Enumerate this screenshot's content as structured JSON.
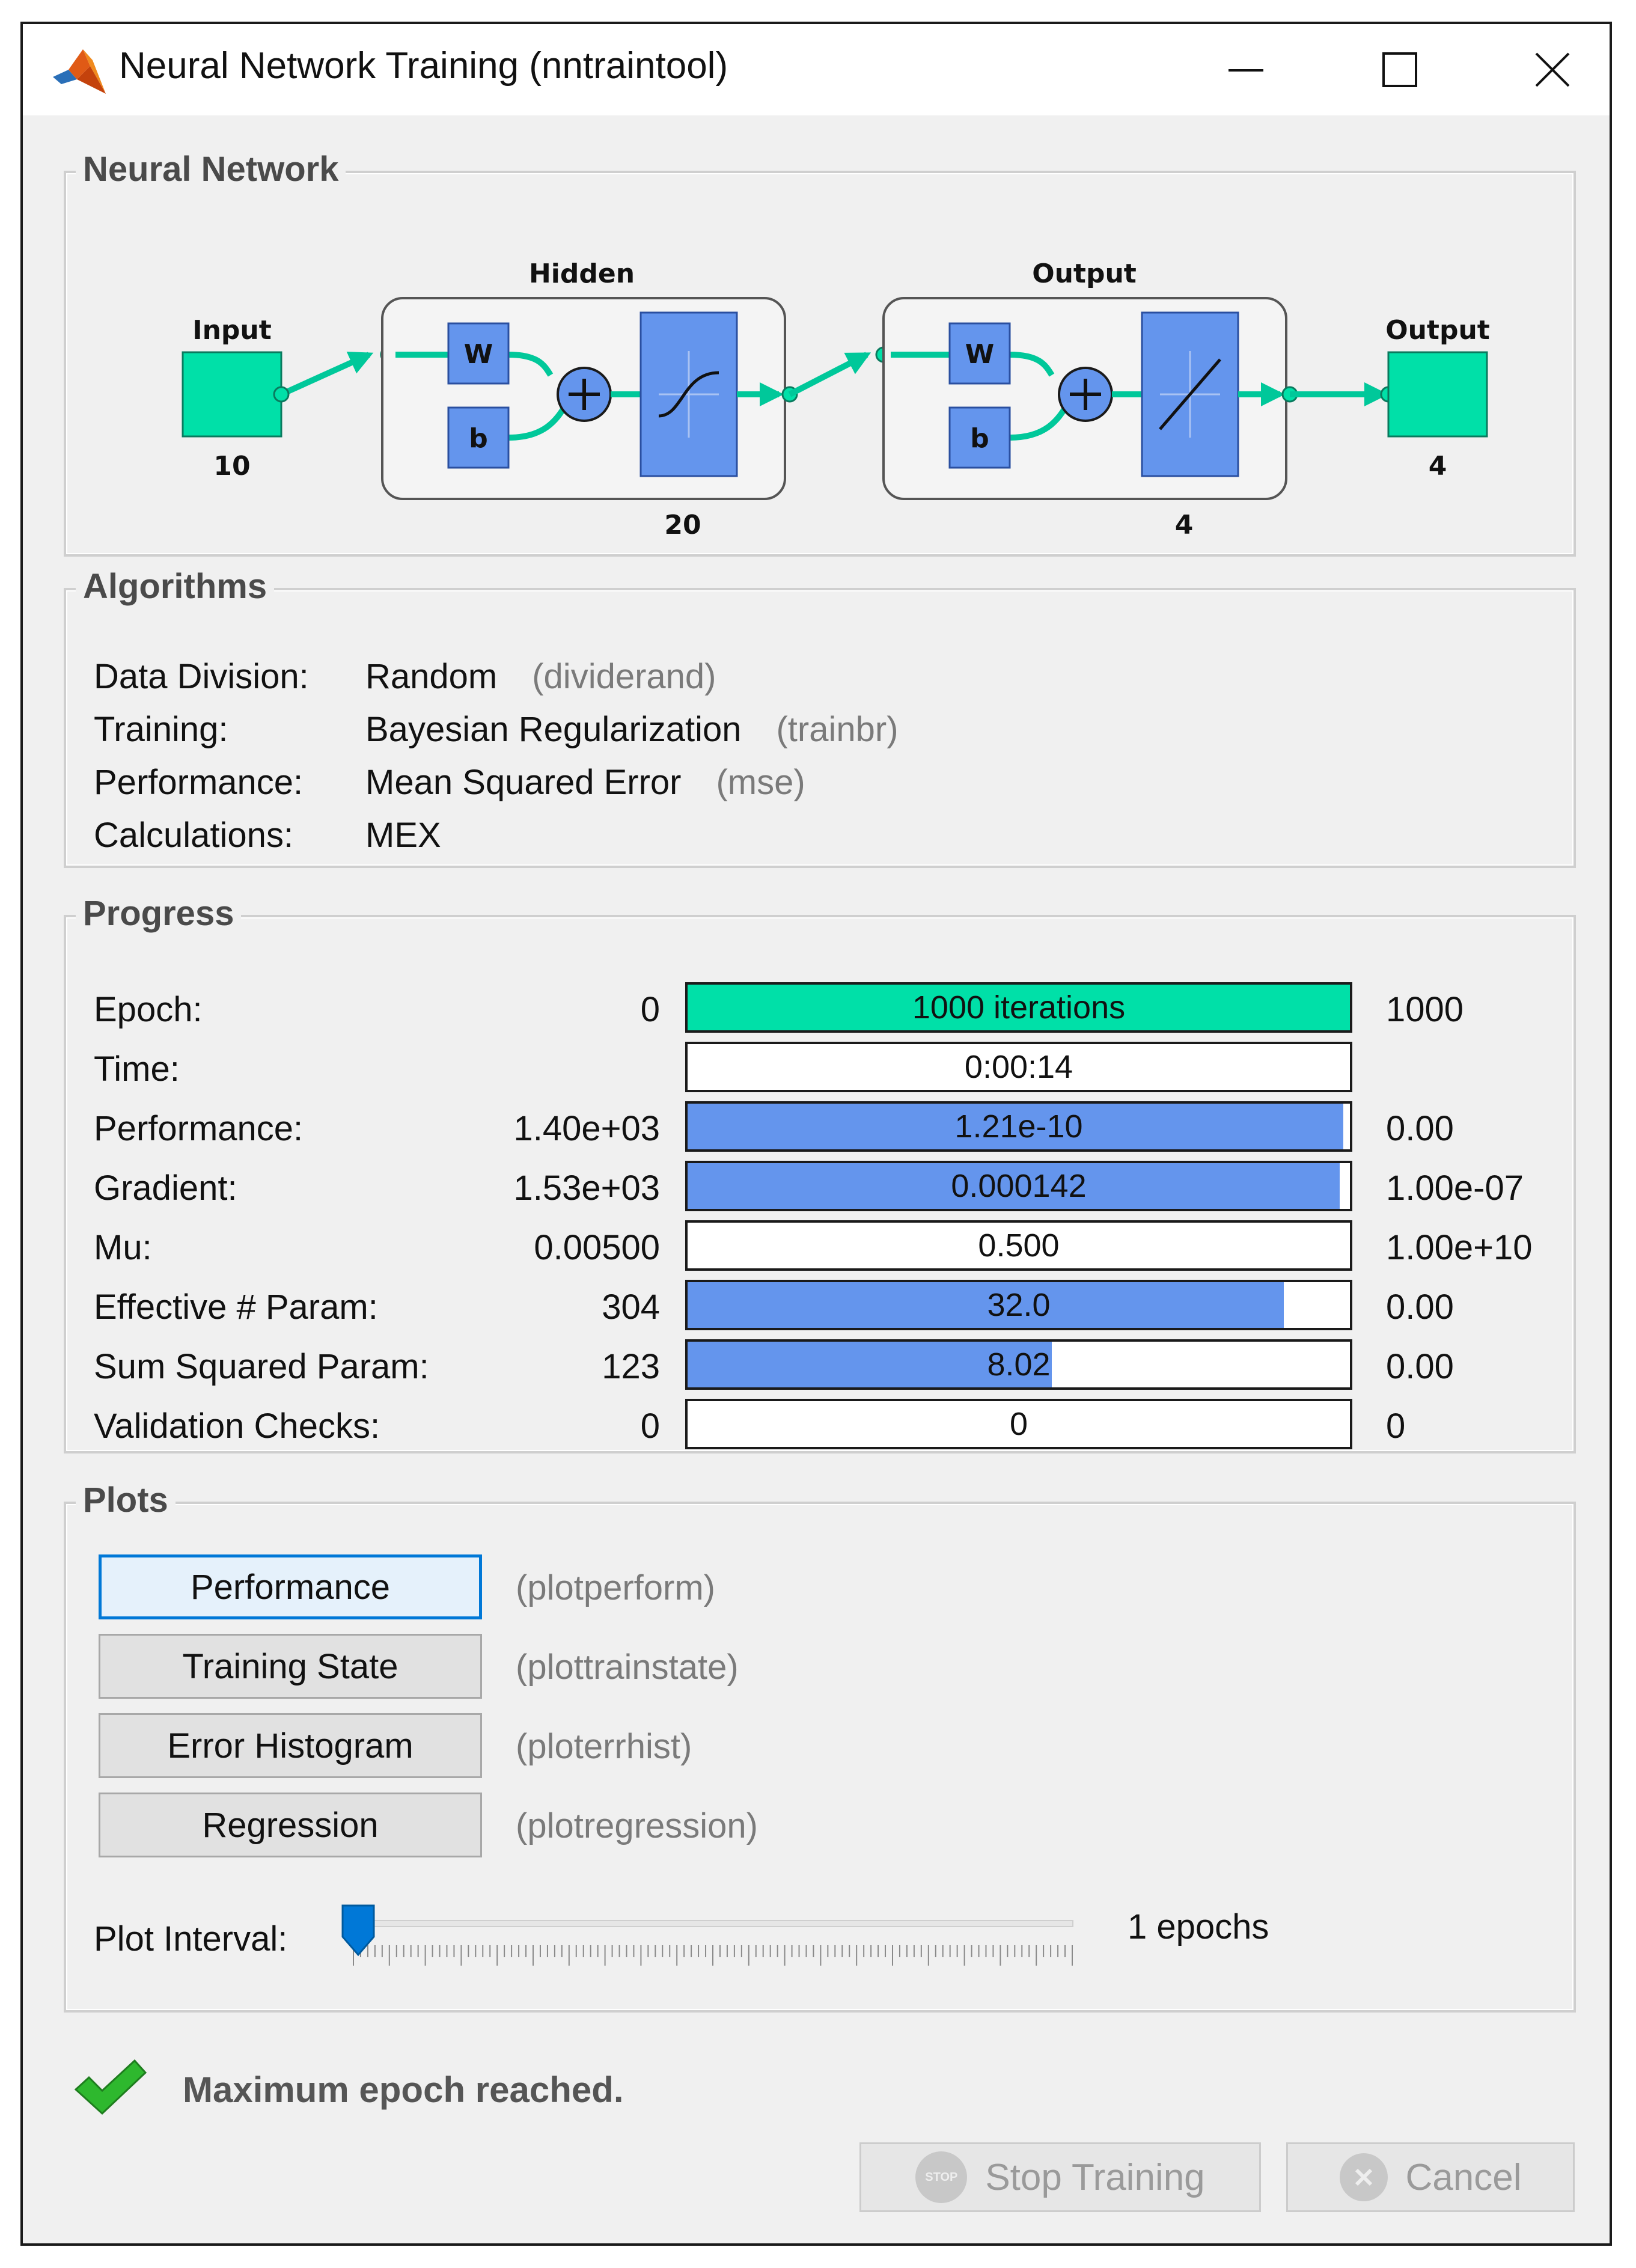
{
  "window": {
    "title": "Neural Network Training (nntraintool)"
  },
  "network": {
    "group_label": "Neural Network",
    "input_label": "Input",
    "input_size": "10",
    "hidden_label": "Hidden",
    "hidden_size": "20",
    "output_layer_label": "Output",
    "output_layer_size": "4",
    "output_label": "Output",
    "output_size": "4",
    "weight_label": "W",
    "bias_label": "b"
  },
  "algorithms": {
    "group_label": "Algorithms",
    "rows": [
      {
        "label": "Data Division:",
        "value": "Random",
        "fn": "(dividerand)"
      },
      {
        "label": "Training:",
        "value": "Bayesian Regularization",
        "fn": "(trainbr)"
      },
      {
        "label": "Performance:",
        "value": "Mean Squared Error",
        "fn": "(mse)"
      },
      {
        "label": "Calculations:",
        "value": "MEX",
        "fn": ""
      }
    ]
  },
  "progress": {
    "group_label": "Progress",
    "rows": [
      {
        "label": "Epoch:",
        "min": "0",
        "current": "1000 iterations",
        "max": "1000",
        "fill": 1.0,
        "color": "#00e0a8"
      },
      {
        "label": "Time:",
        "min": "",
        "current": "0:00:14",
        "max": "",
        "fill": 0,
        "color": "#ffffff"
      },
      {
        "label": "Performance:",
        "min": "1.40e+03",
        "current": "1.21e-10",
        "max": "0.00",
        "fill": 0.99,
        "color": "#6495ed"
      },
      {
        "label": "Gradient:",
        "min": "1.53e+03",
        "current": "0.000142",
        "max": "1.00e-07",
        "fill": 0.985,
        "color": "#6495ed"
      },
      {
        "label": "Mu:",
        "min": "0.00500",
        "current": "0.500",
        "max": "1.00e+10",
        "fill": 0,
        "color": "#6495ed"
      },
      {
        "label": "Effective # Param:",
        "min": "304",
        "current": "32.0",
        "max": "0.00",
        "fill": 0.9,
        "color": "#6495ed"
      },
      {
        "label": "Sum Squared Param:",
        "min": "123",
        "current": "8.02",
        "max": "0.00",
        "fill": 0.55,
        "color": "#6495ed"
      },
      {
        "label": "Validation Checks:",
        "min": "0",
        "current": "0",
        "max": "0",
        "fill": 0,
        "color": "#6495ed"
      }
    ]
  },
  "plots": {
    "group_label": "Plots",
    "buttons": [
      {
        "label": "Performance",
        "fn": "(plotperform)",
        "focused": true
      },
      {
        "label": "Training State",
        "fn": "(plottrainstate)",
        "focused": false
      },
      {
        "label": "Error Histogram",
        "fn": "(ploterrhist)",
        "focused": false
      },
      {
        "label": "Regression",
        "fn": "(plotregression)",
        "focused": false
      }
    ],
    "interval_label": "Plot Interval:",
    "interval_value": "1 epochs",
    "interval_level": 0
  },
  "status": {
    "message": "Maximum epoch reached."
  },
  "footer": {
    "stop_label": "Stop Training",
    "cancel_label": "Cancel",
    "stop_icon_text": "STOP"
  },
  "colors": {
    "green": "#00e0a8",
    "blue": "#6495ed",
    "check": "#2eb82e"
  }
}
